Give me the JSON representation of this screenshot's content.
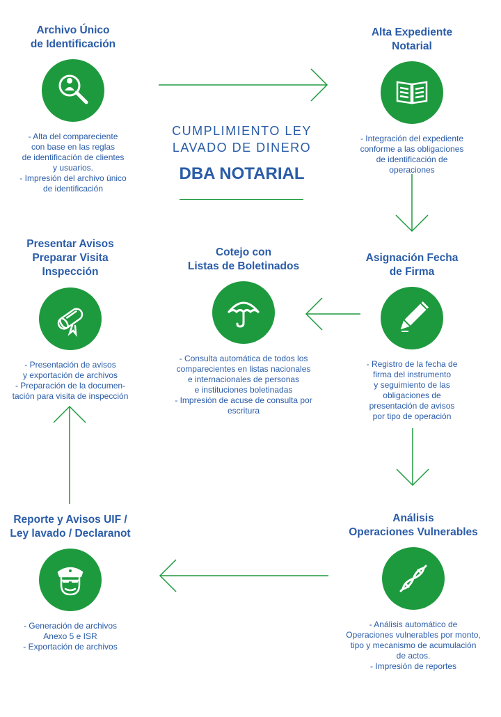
{
  "center": {
    "line1": "CUMPLIMIENTO LEY",
    "line2": "LAVADO DE DINERO",
    "brand": "DBA NOTARIAL"
  },
  "colors": {
    "green": "#1e9a3e",
    "blue": "#2a5ca8"
  },
  "steps": {
    "archivo": {
      "title": [
        "Archivo Único",
        "de Identificación"
      ],
      "icon": "magnifier-person-icon",
      "desc": [
        "- Alta del compareciente",
        "con base en las reglas",
        "de identificación de clientes",
        "y usuarios.",
        "- Impresión del archivo único",
        "de identificación"
      ]
    },
    "expediente": {
      "title": [
        "Alta Expediente",
        "Notarial"
      ],
      "icon": "open-book-icon",
      "desc": [
        "- Integración del expediente",
        "conforme a las obligaciones",
        "de identificación de",
        "operaciones"
      ]
    },
    "fecha": {
      "title": [
        "Asignación Fecha",
        "de Firma"
      ],
      "icon": "pencil-icon",
      "desc": [
        "- Registro de la fecha de",
        "firma del instrumento",
        "y seguimiento de las",
        "obligaciones de",
        "presentación de avisos",
        "por tipo de operación"
      ]
    },
    "cotejo": {
      "title": [
        "Cotejo con",
        "Listas de Boletinados"
      ],
      "icon": "umbrella-icon",
      "desc": [
        "- Consulta automática de todos los",
        "comparecientes en listas nacionales",
        "e internacionales de personas",
        "e instituciones boletinadas",
        "- Impresión de acuse de consulta por",
        "escritura"
      ]
    },
    "avisos": {
      "title": [
        "Presentar Avisos",
        "Preparar Visita",
        "Inspección"
      ],
      "icon": "scroll-icon",
      "desc": [
        "- Presentación de avisos",
        "y exportación de archivos",
        "- Preparación de la documen-",
        "tación para visita de inspección"
      ]
    },
    "analisis": {
      "title": [
        "Análisis",
        "Operaciones Vulnerables"
      ],
      "icon": "dna-icon",
      "desc": [
        "- Análisis automático de",
        "Operaciones vulnerables por monto,",
        "tipo y mecanismo de acumulación",
        "de actos.",
        "- Impresión de reportes"
      ]
    },
    "reporte": {
      "title": [
        "Reporte y Avisos UIF /",
        "Ley lavado / Declaranot"
      ],
      "icon": "police-officer-icon",
      "desc": [
        "- Generación de archivos",
        "Anexo 5 e ISR",
        "- Exportación de archivos"
      ]
    }
  }
}
